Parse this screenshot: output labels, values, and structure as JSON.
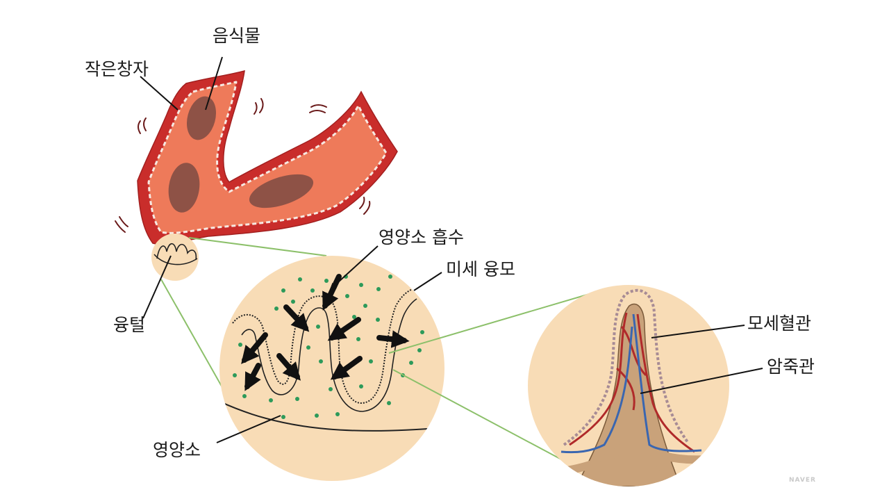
{
  "labels": {
    "food": "음식물",
    "small_intestine": "작은창자",
    "villus": "융털",
    "nutrient_absorption": "영양소 흡수",
    "microvilli": "미세 융모",
    "nutrients": "영양소",
    "capillaries": "모세혈관",
    "lacteal": "암죽관"
  },
  "watermark": "NAVER",
  "colors": {
    "intestine_outer": "#c92d2b",
    "intestine_inner": "#ee7a5a",
    "food_blob": "#8e5246",
    "zoom_circle": "#f8dcb6",
    "zoom_line": "#8cc06a",
    "nutrient_dot": "#2d9a5a",
    "capillary": "#b02a2a",
    "lacteal": "#3a66b0",
    "villus_core": "#c9a27a",
    "arrow": "#111111"
  }
}
